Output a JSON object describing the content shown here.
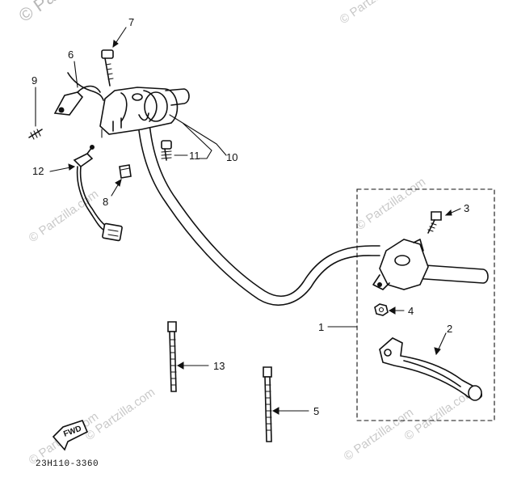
{
  "watermarks": {
    "text": "© Partzilla.com",
    "top_left": "© Partz"
  },
  "callouts": [
    {
      "id": "1",
      "label": "1"
    },
    {
      "id": "2",
      "label": "2"
    },
    {
      "id": "3",
      "label": "3"
    },
    {
      "id": "4",
      "label": "4"
    },
    {
      "id": "5",
      "label": "5"
    },
    {
      "id": "6",
      "label": "6"
    },
    {
      "id": "7",
      "label": "7"
    },
    {
      "id": "8",
      "label": "8"
    },
    {
      "id": "9",
      "label": "9"
    },
    {
      "id": "10",
      "label": "10"
    },
    {
      "id": "11",
      "label": "11"
    },
    {
      "id": "12",
      "label": "12"
    },
    {
      "id": "13",
      "label": "13"
    }
  ],
  "fwd_label": "FWD",
  "diagram_code": "23H110-3360",
  "colors": {
    "ink": "#111111",
    "watermark": "#c9c9c9",
    "background": "#ffffff"
  }
}
